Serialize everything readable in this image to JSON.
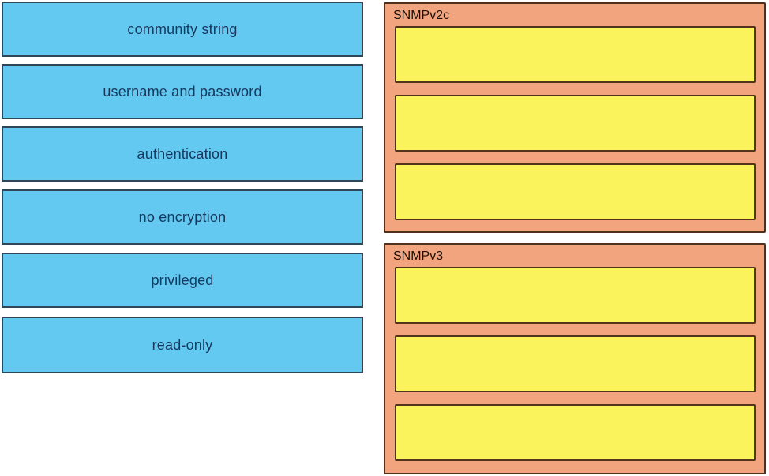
{
  "colors": {
    "drag_item_bg": "#63C9F0",
    "drag_item_border": "#2E4656",
    "drag_item_text": "#17375D",
    "drop_container_bg": "#F2A47E",
    "drop_container_border": "#4F301C",
    "drop_slot_bg": "#FBF35C",
    "drop_slot_border": "#54331D",
    "drop_title_text": "#1C0E05"
  },
  "drag_items": [
    {
      "label": "community string"
    },
    {
      "label": "username and password"
    },
    {
      "label": "authentication"
    },
    {
      "label": "no encryption"
    },
    {
      "label": "privileged"
    },
    {
      "label": "read-only"
    }
  ],
  "drop_groups": [
    {
      "title": "SNMPv2c",
      "slots": [
        "",
        "",
        ""
      ]
    },
    {
      "title": "SNMPv3",
      "slots": [
        "",
        "",
        ""
      ]
    }
  ]
}
